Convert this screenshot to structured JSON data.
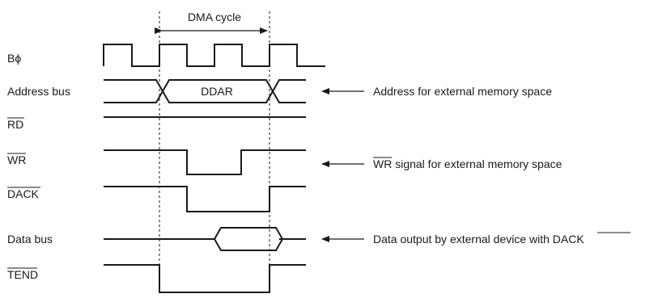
{
  "diagram": {
    "cycle_label": "DMA cycle",
    "signals": {
      "clock": "Bϕ",
      "address_bus": "Address  bus",
      "rd": "RD",
      "wr": "WR",
      "dack": "DACK",
      "data_bus": "Data bus",
      "tend": "TEND"
    },
    "address_value": "DDAR",
    "annotations": {
      "address": "Address for external memory space",
      "wr_prefix": "WR",
      "wr_rest": " signal for external memory space",
      "data_prefix": "Data output by external device with ",
      "data_dack": "DACK"
    }
  }
}
